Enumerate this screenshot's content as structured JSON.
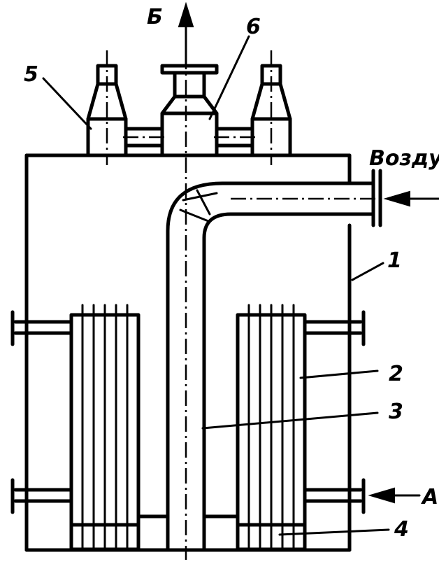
{
  "labels": {
    "outlet_b": "Б",
    "air": "Возду",
    "inlet_a": "А",
    "n1": "1",
    "n2": "2",
    "n3": "3",
    "n4": "4",
    "n5": "5",
    "n6": "6"
  },
  "colors": {
    "ink": "#000000",
    "paper": "#ffffff"
  }
}
